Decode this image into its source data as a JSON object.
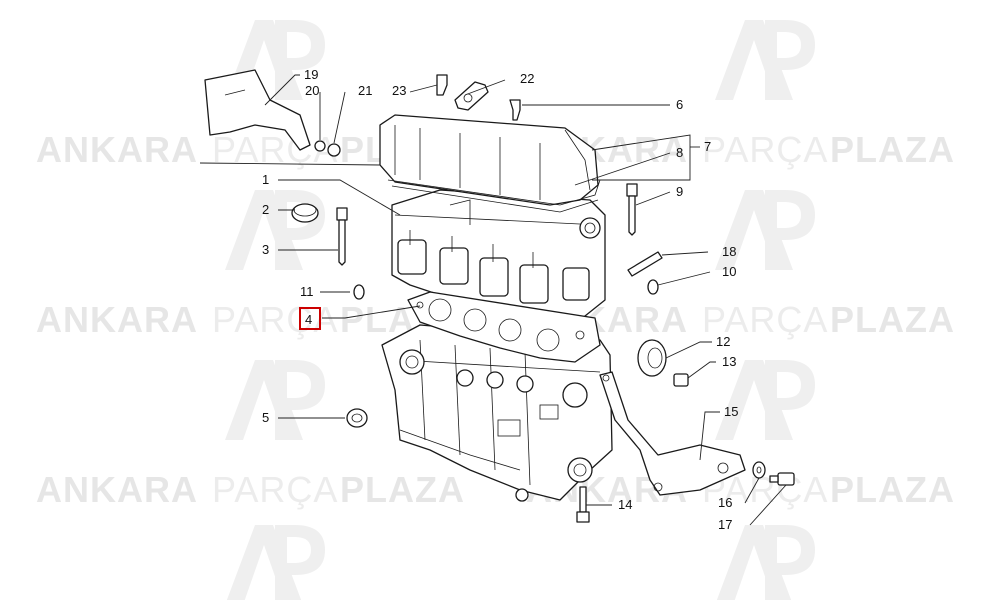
{
  "watermark": {
    "word1": "ANKARA",
    "word2": "PARÇA",
    "word3": "PLAZA",
    "logo_letters": "AP"
  },
  "colors": {
    "highlight": "#cc0000",
    "ink": "#1a1a1a",
    "watermark": "#e6e6e6"
  },
  "highlighted_part": "4",
  "labels": {
    "p1": "1",
    "p2": "2",
    "p3": "3",
    "p4": "4",
    "p5": "5",
    "p6": "6",
    "p7": "7",
    "p8": "8",
    "p9": "9",
    "p10": "10",
    "p11": "11",
    "p12": "12",
    "p13": "13",
    "p14": "14",
    "p15": "15",
    "p16": "16",
    "p17": "17",
    "p18": "18",
    "p19": "19",
    "p20": "20",
    "p21": "21",
    "p22": "22",
    "p23": "23"
  }
}
